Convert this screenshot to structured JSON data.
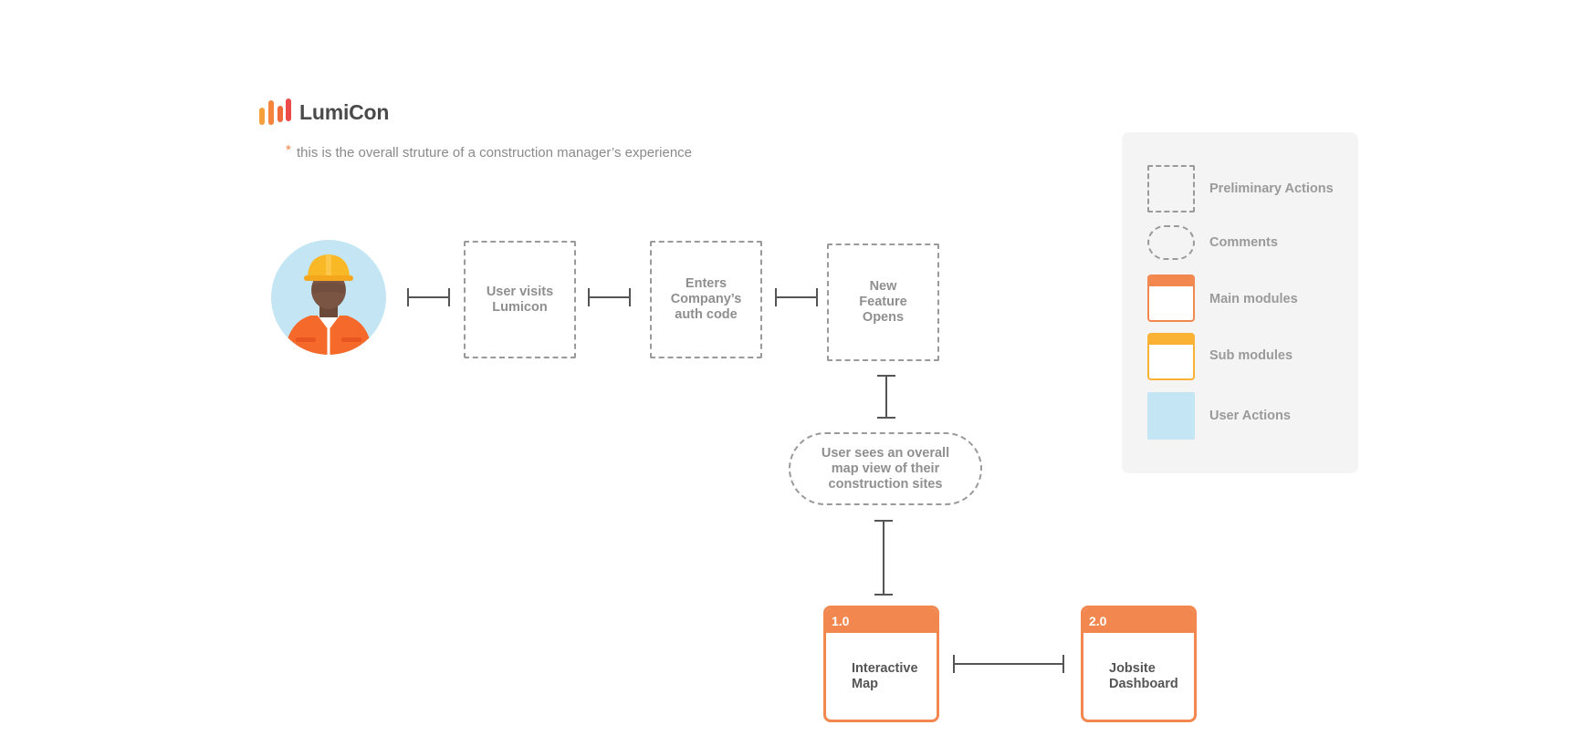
{
  "brand": {
    "name": "LumiCon",
    "logo_icon": "bars-logo-icon"
  },
  "note": {
    "star": "*",
    "text": "this is the overall struture of a construction manager’s experience"
  },
  "flow": {
    "step1": "User visits\nLumicon",
    "step2": "Enters\nCompany’s\nauth code",
    "step3": "New\nFeature\nOpens",
    "comment": "User sees an overall\nmap view of their\nconstruction sites"
  },
  "modules": [
    {
      "number": "1.0",
      "title": "Interactive\nMap"
    },
    {
      "number": "2.0",
      "title": "Jobsite\nDashboard"
    }
  ],
  "legend": {
    "items": [
      {
        "label": "Preliminary Actions"
      },
      {
        "label": "Comments"
      },
      {
        "label": "Main modules"
      },
      {
        "label": "Sub modules"
      },
      {
        "label": "User Actions"
      }
    ]
  },
  "colors": {
    "main_module": "#f2884f",
    "sub_module": "#f9b233",
    "user_action": "#c4e6f4",
    "connector": "#555555"
  },
  "avatar": {
    "icon": "construction-worker-icon"
  }
}
